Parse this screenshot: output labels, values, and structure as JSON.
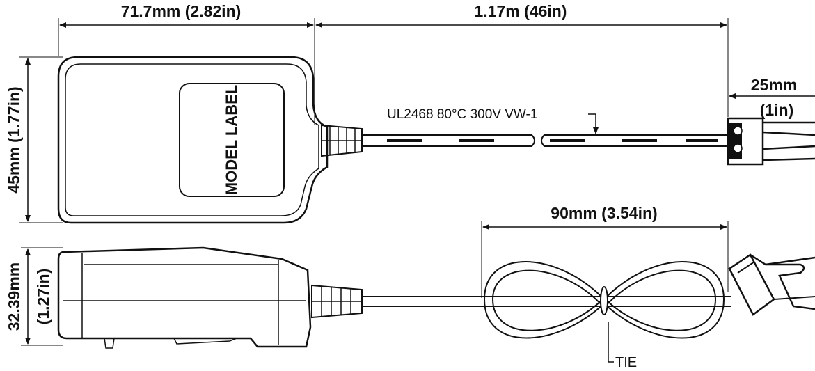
{
  "dimensions": {
    "body_width": "71.7mm (2.82in)",
    "cable_length": "1.17m (46in)",
    "connector_length_mm": "25mm",
    "connector_length_in": "(1in)",
    "body_height": "45mm (1.77in)",
    "body_thickness_mm": "32.39mm",
    "body_thickness_in": "(1.27in)",
    "coil_width": "90mm (3.54in)"
  },
  "labels": {
    "model_label": "MODEL LABEL",
    "cable_spec": "UL2468  80°C 300V  VW-1",
    "tie": "TIE"
  }
}
